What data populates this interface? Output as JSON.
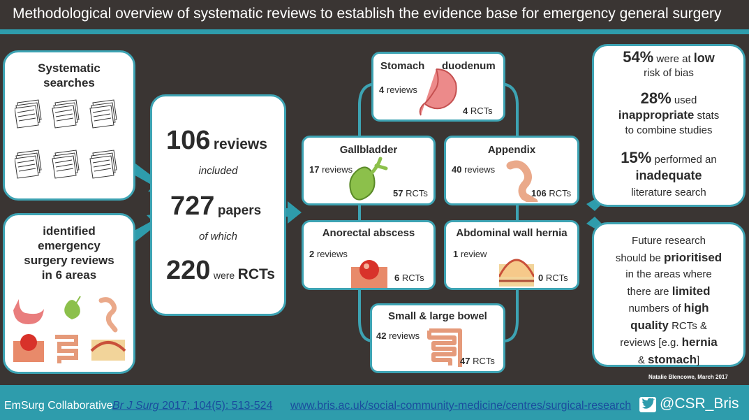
{
  "title": "Methodological overview of systematic reviews to establish the evidence base for emergency general surgery",
  "left_top": {
    "line1": "Systematic",
    "line2": "searches"
  },
  "left_bottom": {
    "line1": "identified",
    "line2": "emergency",
    "line3": "surgery reviews",
    "line4": "in 6 areas"
  },
  "middle": {
    "n1": "106",
    "n1_label": "reviews",
    "included": "included",
    "n2": "727",
    "n2_label": "papers",
    "of_which": "of which",
    "n3": "220",
    "were": "were",
    "rcts": "RCTs"
  },
  "areas": {
    "stomach": {
      "title_a": "Stomach",
      "title_b": "duodenum",
      "reviews": "4",
      "reviews_label": "reviews",
      "rcts": "4",
      "rcts_label": "RCTs"
    },
    "gallbladder": {
      "title": "Gallbladder",
      "reviews": "17",
      "reviews_label": "reviews",
      "rcts": "57",
      "rcts_label": "RCTs"
    },
    "appendix": {
      "title": "Appendix",
      "reviews": "40",
      "reviews_label": "reviews",
      "rcts": "106",
      "rcts_label": "RCTs"
    },
    "anorectal": {
      "title": "Anorectal abscess",
      "reviews": "2",
      "reviews_label": "reviews",
      "rcts": "6",
      "rcts_label": "RCTs"
    },
    "hernia": {
      "title": "Abdominal wall hernia",
      "reviews": "1",
      "reviews_label": "review",
      "rcts": "0",
      "rcts_label": "RCTs"
    },
    "bowel": {
      "title": "Small & large bowel",
      "reviews": "42",
      "reviews_label": "reviews",
      "rcts": "47",
      "rcts_label": "RCTs"
    }
  },
  "stats": {
    "s1_pct": "54%",
    "s1_a": "were at",
    "s1_b": "low",
    "s1_c": "risk of bias",
    "s2_pct": "28%",
    "s2_a": "used",
    "s2_b": "inappropriate",
    "s2_c": "stats",
    "s2_d": "to combine studies",
    "s3_pct": "15%",
    "s3_a": "performed an",
    "s3_b": "inadequate",
    "s3_c": "literature search"
  },
  "future": {
    "l1": "Future research",
    "l2a": "should be",
    "l2b": "prioritised",
    "l3": "in the areas where",
    "l4a": "there are",
    "l4b": "limited",
    "l5a": "numbers of",
    "l5b": "high",
    "l6a": "quality",
    "l6b": "RCTs &",
    "l7a": "reviews [e.g.",
    "l7b": "hernia",
    "l8a": "&",
    "l8b": "stomach",
    "l8c": "]"
  },
  "credit": "Natalie Blencowe, March 2017",
  "footer": {
    "collab": "EmSurg Collaborative",
    "citation_a": "Br J Surg",
    "citation_b": " 2017; 104(5): 513-524",
    "url": "www.bris.ac.uk/social-community-medicine/centres/surgical-research",
    "twitter": "@CSR_Bris",
    "twitter_icon": "twitter-bird-icon"
  },
  "colors": {
    "background": "#3a3533",
    "accent": "#2e9cac",
    "box_border": "#3da3b3"
  }
}
